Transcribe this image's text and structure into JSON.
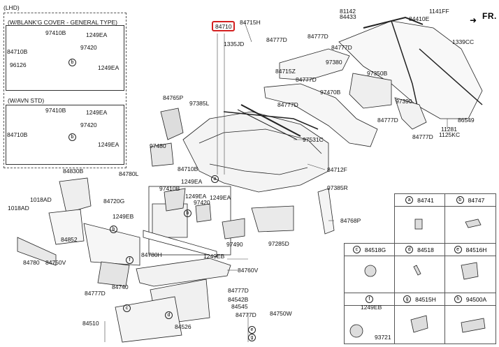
{
  "diagram": {
    "title": "(LHD)",
    "direction_label": "FR.",
    "inset_blank_cover": {
      "heading": "(W/BLANK'G COVER - GENERAL TYPE)",
      "labels": [
        "97410B",
        "1249EA",
        "84710B",
        "97420",
        "1249EA",
        "96126"
      ]
    },
    "inset_avn": {
      "heading": "(W/AVN STD)",
      "labels": [
        "97410B",
        "1249EA",
        "97420",
        "84710B",
        "1249EA"
      ]
    },
    "highlighted_part": "84710",
    "main_labels": {
      "p84715H": "84715H",
      "p1335JD": "1335JD",
      "p84777D_a": "84777D",
      "p84777D_b": "84777D",
      "p97380": "97380",
      "p84715Z": "84715Z",
      "p84777D_c": "84777D",
      "p84777D_d": "84777D",
      "p84765P": "84765P",
      "p97385L": "97385L",
      "p97470B": "97470B",
      "p97350B": "97350B",
      "p97390": "97390",
      "p84777D_e": "84777D",
      "p84777D_f": "84777D",
      "p97531C": "97531C",
      "p97480": "97480",
      "p84780L": "84780L",
      "p84710B": "84710B",
      "p1249EA_a": "1249EA",
      "p97410B": "97410B",
      "p97420": "97420",
      "p1249EA_b": "1249EA",
      "p1249EA_c": "1249EA",
      "p84712F": "84712F",
      "p97385R": "97385R",
      "p84768P": "84768P",
      "p97490": "97490",
      "p97285D": "97285D",
      "p84830B": "84830B",
      "p1018AD_a": "1018AD",
      "p1018AD_b": "1018AD",
      "p84852": "84852",
      "p84720G": "84720G",
      "p1249EB_a": "1249EB",
      "p84780": "84780",
      "p84750V": "84750V",
      "p84780H": "84780H",
      "p1249EB_b": "1249EB",
      "p84760V": "84760V",
      "p84740": "84740",
      "p84777D_g": "84777D",
      "p84777D_h": "84777D",
      "p84542B": "84542B",
      "p84545": "84545",
      "p84777D_i": "84777D",
      "p84750W": "84750W",
      "p84510": "84510",
      "p84526": "84526",
      "p81142": "81142",
      "p84433": "84433",
      "p84410E": "84410E",
      "p1141FF": "1141FF",
      "p1339CC": "1339CC",
      "p86549": "86549",
      "p11281": "11281",
      "p1125KC": "1125KC",
      "p84777D_j": "84777D"
    },
    "legend": [
      {
        "letter": "a",
        "part": "84741"
      },
      {
        "letter": "b",
        "part": "84747"
      },
      {
        "letter": "c",
        "part": "84518G"
      },
      {
        "letter": "d",
        "part": "84518"
      },
      {
        "letter": "e",
        "part": "84516H"
      },
      {
        "letter": "f",
        "part": "1249EB",
        "sub": "93721"
      },
      {
        "letter": "g",
        "part": "84515H"
      },
      {
        "letter": "h",
        "part": "94500A"
      }
    ]
  }
}
